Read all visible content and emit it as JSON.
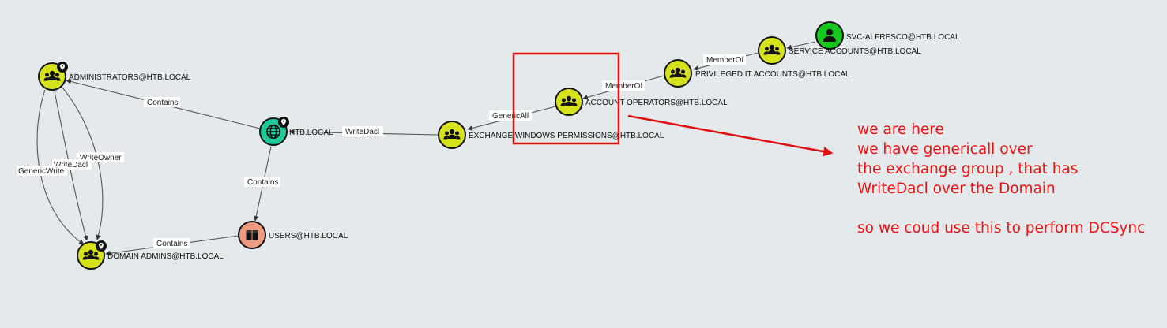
{
  "graph": {
    "nodes": {
      "svc_alfresco": {
        "label": "SVC-ALFRESCO@HTB.LOCAL",
        "kind": "user",
        "icon": "user-icon",
        "color": "#17c61f"
      },
      "service_accounts": {
        "label": "SERVICE ACCOUNTS@HTB.LOCAL",
        "kind": "group",
        "icon": "group-icon",
        "color": "#d6e21c"
      },
      "privileged_it": {
        "label": "PRIVILEGED IT ACCOUNTS@HTB.LOCAL",
        "kind": "group",
        "icon": "group-icon",
        "color": "#d6e21c"
      },
      "account_operators": {
        "label": "ACCOUNT OPERATORS@HTB.LOCAL",
        "kind": "group",
        "icon": "group-icon",
        "color": "#d6e21c"
      },
      "exchange_windows": {
        "label": "EXCHANGE WINDOWS PERMISSIONS@HTB.LOCAL",
        "kind": "group",
        "icon": "group-icon",
        "color": "#d6e21c"
      },
      "htb_local": {
        "label": "HTB.LOCAL",
        "kind": "domain",
        "icon": "globe-icon",
        "color": "#1ec99a"
      },
      "administrators": {
        "label": "ADMINISTRATORS@HTB.LOCAL",
        "kind": "group",
        "icon": "group-icon",
        "color": "#d6e21c"
      },
      "users": {
        "label": "USERS@HTB.LOCAL",
        "kind": "container",
        "icon": "container-icon",
        "color": "#ee9a80"
      },
      "domain_admins": {
        "label": "DOMAIN ADMINS@HTB.LOCAL",
        "kind": "group",
        "icon": "group-icon",
        "color": "#d6e21c"
      }
    },
    "edges": {
      "svc_to_service": {
        "from": "svc_alfresco",
        "to": "service_accounts",
        "label": ""
      },
      "service_to_privileged": {
        "from": "service_accounts",
        "to": "privileged_it",
        "label": "MemberOf"
      },
      "privileged_to_account": {
        "from": "privileged_it",
        "to": "account_operators",
        "label": "MemberOf"
      },
      "account_to_exchange": {
        "from": "account_operators",
        "to": "exchange_windows",
        "label": "GenericAll"
      },
      "exchange_to_htb": {
        "from": "exchange_windows",
        "to": "htb_local",
        "label": "WriteDacl"
      },
      "htb_to_admins": {
        "from": "htb_local",
        "to": "administrators",
        "label": "Contains"
      },
      "htb_to_users": {
        "from": "htb_local",
        "to": "users",
        "label": "Contains"
      },
      "users_to_domain_admins": {
        "from": "users",
        "to": "domain_admins",
        "label": "Contains"
      },
      "admins_genericwrite": {
        "from": "administrators",
        "to": "domain_admins",
        "label": "GenericWrite"
      },
      "admins_writedacl": {
        "from": "administrators",
        "to": "domain_admins",
        "label": "WriteDacl"
      },
      "admins_writeowner": {
        "from": "administrators",
        "to": "domain_admins",
        "label": "WriteOwner"
      }
    },
    "high_value_marker": "pin-icon"
  },
  "annotation": {
    "color": "#f01010",
    "note": "we are here\nwe have genericall over\nthe exchange group , that has\nWriteDacl over the Domain\n\nso we coud use this to perform DCSync"
  }
}
